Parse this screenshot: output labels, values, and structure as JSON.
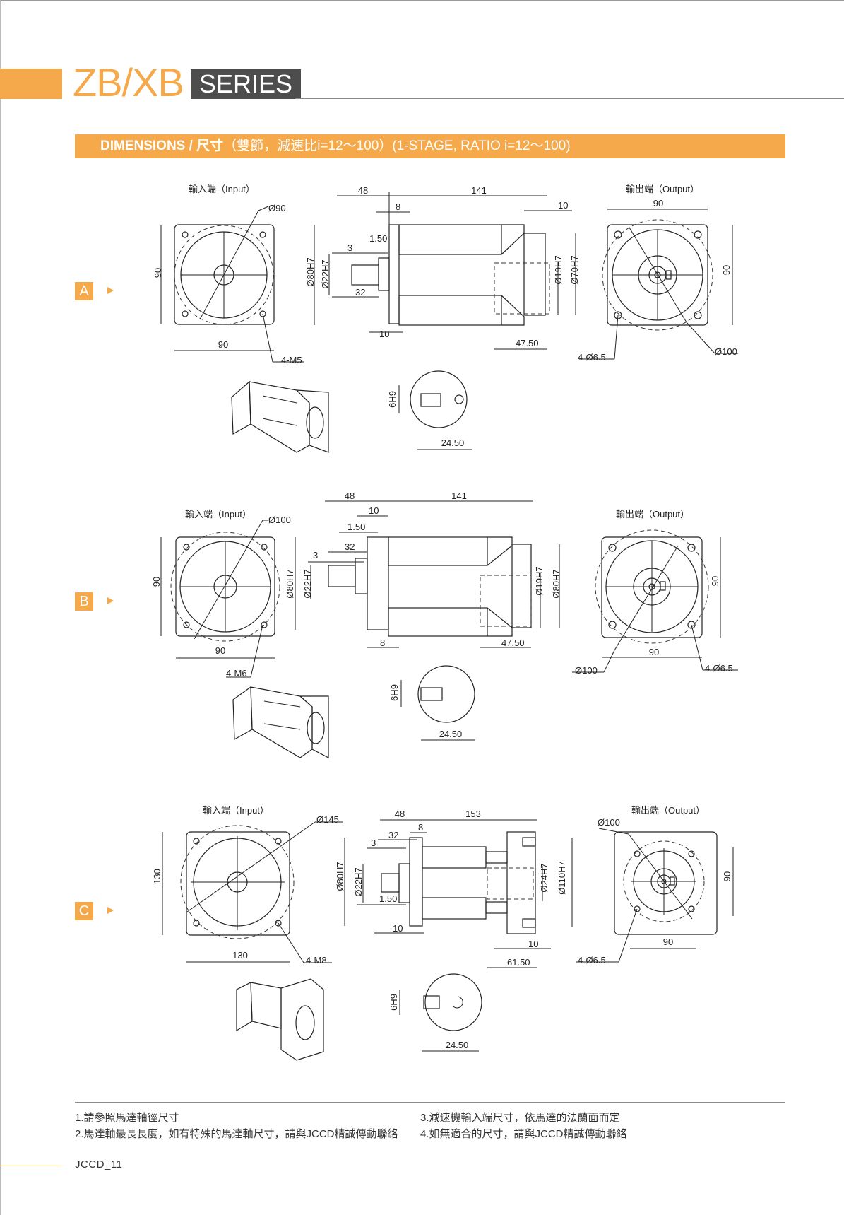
{
  "header": {
    "brand": "ZB/XB",
    "series": "SERIES"
  },
  "banner": {
    "bold_text": "DIMENSIONS / 尺寸",
    "rest_text": "（雙節，減速比i=12～100）(1-STAGE, RATIO i=12～100)"
  },
  "sections": [
    {
      "badge": "A",
      "input_label": "輸入端（Input）",
      "output_label": "輸出端（Output）",
      "dims": {
        "in_dia": "Ø90",
        "in_h": "90",
        "in_w": "90",
        "in_bolt": "4-M5",
        "len_in": "48",
        "len_main": "141",
        "d8": "8",
        "d10r": "10",
        "d150": "1.50",
        "d3": "3",
        "d32": "32",
        "d10b": "10",
        "d4750": "47.50",
        "pilot": "Ø80H7",
        "shaft": "Ø22H7",
        "out_bore": "Ø19H7",
        "out_pilot": "Ø70H7",
        "out_w": "90",
        "out_h": "90",
        "out_holes": "4-Ø6.5",
        "out_pcd": "Ø100",
        "key": "6H9",
        "keyh": "24.50"
      }
    },
    {
      "badge": "B",
      "input_label": "輸入端（Input）",
      "output_label": "輸出端（Output）",
      "dims": {
        "in_dia": "Ø100",
        "in_h": "90",
        "in_w": "90",
        "in_bolt": "4-M6",
        "len_in": "48",
        "len_main": "141",
        "d10": "10",
        "d150": "1.50",
        "d3": "3",
        "d32": "32",
        "d8": "8",
        "d4750": "47.50",
        "pilot": "Ø80H7",
        "shaft": "Ø22H7",
        "out_bore": "Ø19H7",
        "out_pilot": "Ø80H7",
        "out_w": "90",
        "out_h": "90",
        "out_holes": "4-Ø6.5",
        "out_pcd": "Ø100",
        "key": "6H9",
        "keyh": "24.50"
      }
    },
    {
      "badge": "C",
      "input_label": "輸入端（Input）",
      "output_label": "輸出端（Output）",
      "dims": {
        "in_dia": "Ø145",
        "in_h": "130",
        "in_w": "130",
        "in_bolt": "4-M8",
        "len_in": "48",
        "len_main": "153",
        "d32": "32",
        "d8": "8",
        "d3": "3",
        "d150": "1.50",
        "d10b": "10",
        "d10r": "10",
        "d6150": "61.50",
        "pilot": "Ø80H7",
        "shaft": "Ø22H7",
        "out_bore": "Ø24H7",
        "out_pilot": "Ø110H7",
        "out_w": "90",
        "out_h": "90",
        "out_holes": "4-Ø6.5",
        "out_pcd": "Ø100",
        "key": "6H9",
        "keyh": "24.50"
      }
    }
  ],
  "notes": {
    "n1": "1.請參照馬達軸徑尺寸",
    "n2": "2.馬達軸最長長度，如有特殊的馬達軸尺寸，請與JCCD精誠傳動聯絡",
    "n3": "3.減速機輸入端尺寸，依馬達的法蘭面而定",
    "n4": "4.如無適合的尺寸，請與JCCD精誠傳動聯絡"
  },
  "footer": {
    "page": "JCCD_11"
  },
  "colors": {
    "accent": "#f5a94a",
    "series_bg": "#4d4d4d"
  }
}
